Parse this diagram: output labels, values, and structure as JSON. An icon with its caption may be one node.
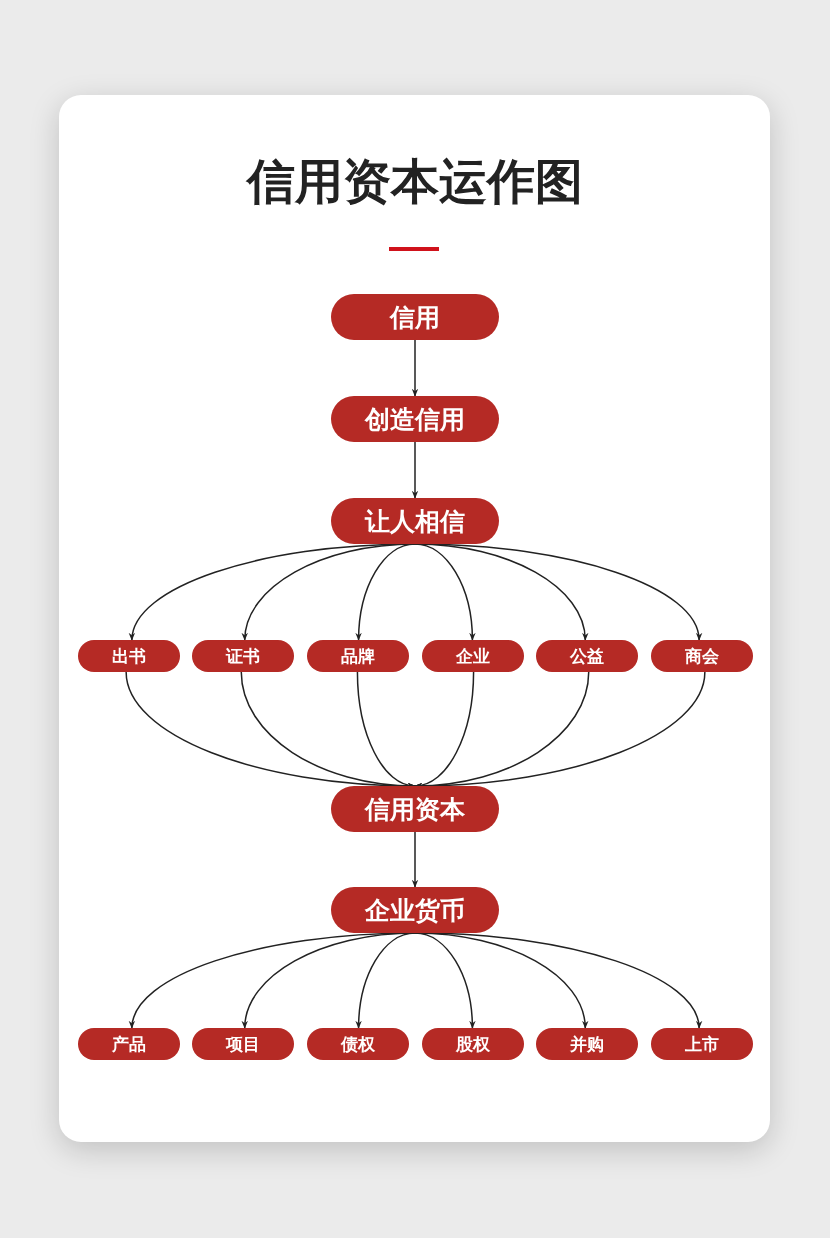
{
  "diagram": {
    "title": "信用资本运作图",
    "nodes": [
      {
        "text": [
          "信用"
        ]
      },
      {
        "text": [
          "创造信用"
        ]
      },
      {
        "text": [
          "让人相信"
        ]
      },
      {
        "text": [
          "出书"
        ]
      },
      {
        "text": [
          "证书"
        ]
      },
      {
        "text": [
          "品牌"
        ]
      },
      {
        "text": [
          "企业"
        ]
      },
      {
        "text": [
          "公益"
        ]
      },
      {
        "text": [
          "商会"
        ]
      },
      {
        "text": [
          "信用资本"
        ]
      },
      {
        "text": [
          "企业货币"
        ]
      },
      {
        "text": [
          "产品"
        ]
      },
      {
        "text": [
          "项目"
        ]
      },
      {
        "text": [
          "债权"
        ]
      },
      {
        "text": [
          "股权"
        ]
      },
      {
        "text": [
          "并购"
        ]
      },
      {
        "text": [
          "上市"
        ]
      }
    ],
    "edges": [
      {
        "from": 0,
        "to": 1,
        "arrow": "to"
      },
      {
        "from": 1,
        "to": 2,
        "arrow": "to"
      },
      {
        "from": 2,
        "to": 3,
        "arrow": "to"
      },
      {
        "from": 2,
        "to": 4,
        "arrow": "to"
      },
      {
        "from": 2,
        "to": 5,
        "arrow": "to"
      },
      {
        "from": 2,
        "to": 6,
        "arrow": "to"
      },
      {
        "from": 2,
        "to": 7,
        "arrow": "to"
      },
      {
        "from": 2,
        "to": 8,
        "arrow": "to"
      },
      {
        "from": 3,
        "to": 9,
        "arrow": "to"
      },
      {
        "from": 4,
        "to": 9,
        "arrow": "to"
      },
      {
        "from": 5,
        "to": 9,
        "arrow": "to"
      },
      {
        "from": 6,
        "to": 9,
        "arrow": "to"
      },
      {
        "from": 7,
        "to": 9,
        "arrow": "to"
      },
      {
        "from": 8,
        "to": 9,
        "arrow": "to"
      },
      {
        "from": 9,
        "to": 10,
        "arrow": "to"
      },
      {
        "from": 10,
        "to": 11,
        "arrow": "to"
      },
      {
        "from": 10,
        "to": 12,
        "arrow": "to"
      },
      {
        "from": 10,
        "to": 13,
        "arrow": "to"
      },
      {
        "from": 10,
        "to": 14,
        "arrow": "to"
      },
      {
        "from": 10,
        "to": 15,
        "arrow": "to"
      },
      {
        "from": 10,
        "to": 16,
        "arrow": "to"
      }
    ]
  }
}
